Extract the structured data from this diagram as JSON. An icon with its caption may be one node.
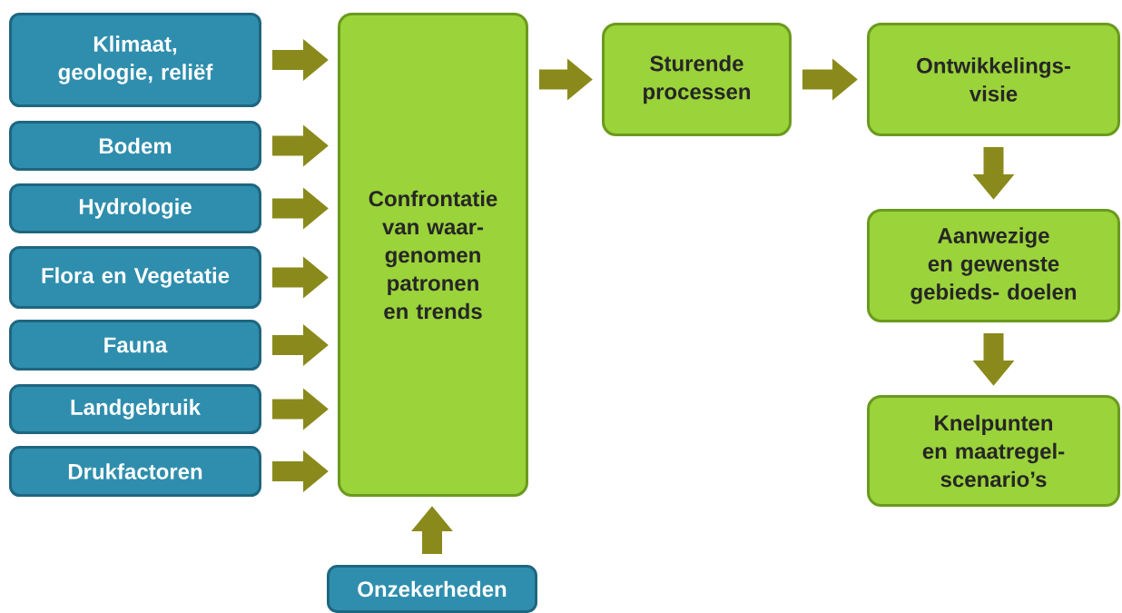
{
  "diagram": {
    "nodes": [
      {
        "text": [
          "Klimaat, geologie, reliëf"
        ]
      },
      {
        "text": [
          "Bodem"
        ]
      },
      {
        "text": [
          "Hydrologie"
        ]
      },
      {
        "text": [
          "Flora en Vegetatie"
        ]
      },
      {
        "text": [
          "Fauna"
        ]
      },
      {
        "text": [
          "Landgebruik"
        ]
      },
      {
        "text": [
          "Drukfactoren"
        ]
      },
      {
        "text": [
          "Confrontatie van waar- genomen patronen en trends"
        ]
      },
      {
        "text": [
          "Onzekerheden"
        ]
      },
      {
        "text": [
          "Sturende processen"
        ]
      },
      {
        "text": [
          "Ontwikkelings- visie"
        ]
      },
      {
        "text": [
          "Aanwezige en gewenste gebieds- doelen"
        ]
      },
      {
        "text": [
          "Knelpunten en maatregel- scenario’s"
        ]
      }
    ],
    "edges": [
      {
        "from": 0,
        "to": 7,
        "arrow": "to"
      },
      {
        "from": 1,
        "to": 7,
        "arrow": "to"
      },
      {
        "from": 2,
        "to": 7,
        "arrow": "to"
      },
      {
        "from": 3,
        "to": 7,
        "arrow": "to"
      },
      {
        "from": 4,
        "to": 7,
        "arrow": "to"
      },
      {
        "from": 5,
        "to": 7,
        "arrow": "to"
      },
      {
        "from": 6,
        "to": 7,
        "arrow": "to"
      },
      {
        "from": 8,
        "to": 7,
        "arrow": "to"
      },
      {
        "from": 7,
        "to": 9,
        "arrow": "to"
      },
      {
        "from": 9,
        "to": 10,
        "arrow": "to"
      },
      {
        "from": 10,
        "to": 11,
        "arrow": "to"
      },
      {
        "from": 11,
        "to": 12,
        "arrow": "to"
      }
    ]
  }
}
